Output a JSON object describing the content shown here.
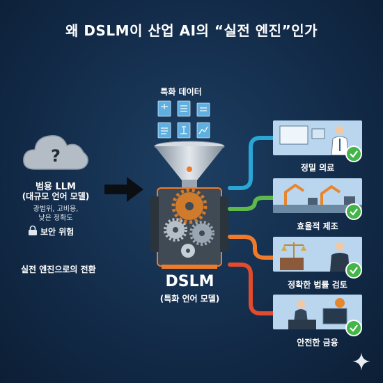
{
  "title": "왜 DSLM이 산업 AI의 “실전 엔진”인가",
  "general_llm": {
    "name": "범용 LLM",
    "subname": "(대규모 언어 모델)",
    "traits_line1": "광범위, 고비용,",
    "traits_line2": "낮은 정확도",
    "risk": "보안 위험",
    "icon": "cloud-question-icon"
  },
  "transition": "실전 엔진으로의 전환",
  "special_data": "특화 데이터",
  "dslm": {
    "name": "DSLM",
    "subname": "(특화 언어 모델)"
  },
  "outcomes": [
    {
      "label": "정밀 의료",
      "icon": "doctor-icon"
    },
    {
      "label": "효율적 제조",
      "icon": "robot-arm-icon"
    },
    {
      "label": "정확한 법률 검토",
      "icon": "scales-icon"
    },
    {
      "label": "안전한 금융",
      "icon": "finance-icon"
    }
  ],
  "colors": {
    "background": "#132c4a",
    "pipe_blue": "#2aa6d6",
    "pipe_green": "#5cb94a",
    "pipe_orange": "#ef7b2a",
    "pipe_red": "#e24b2d",
    "check_green": "#43b549"
  }
}
